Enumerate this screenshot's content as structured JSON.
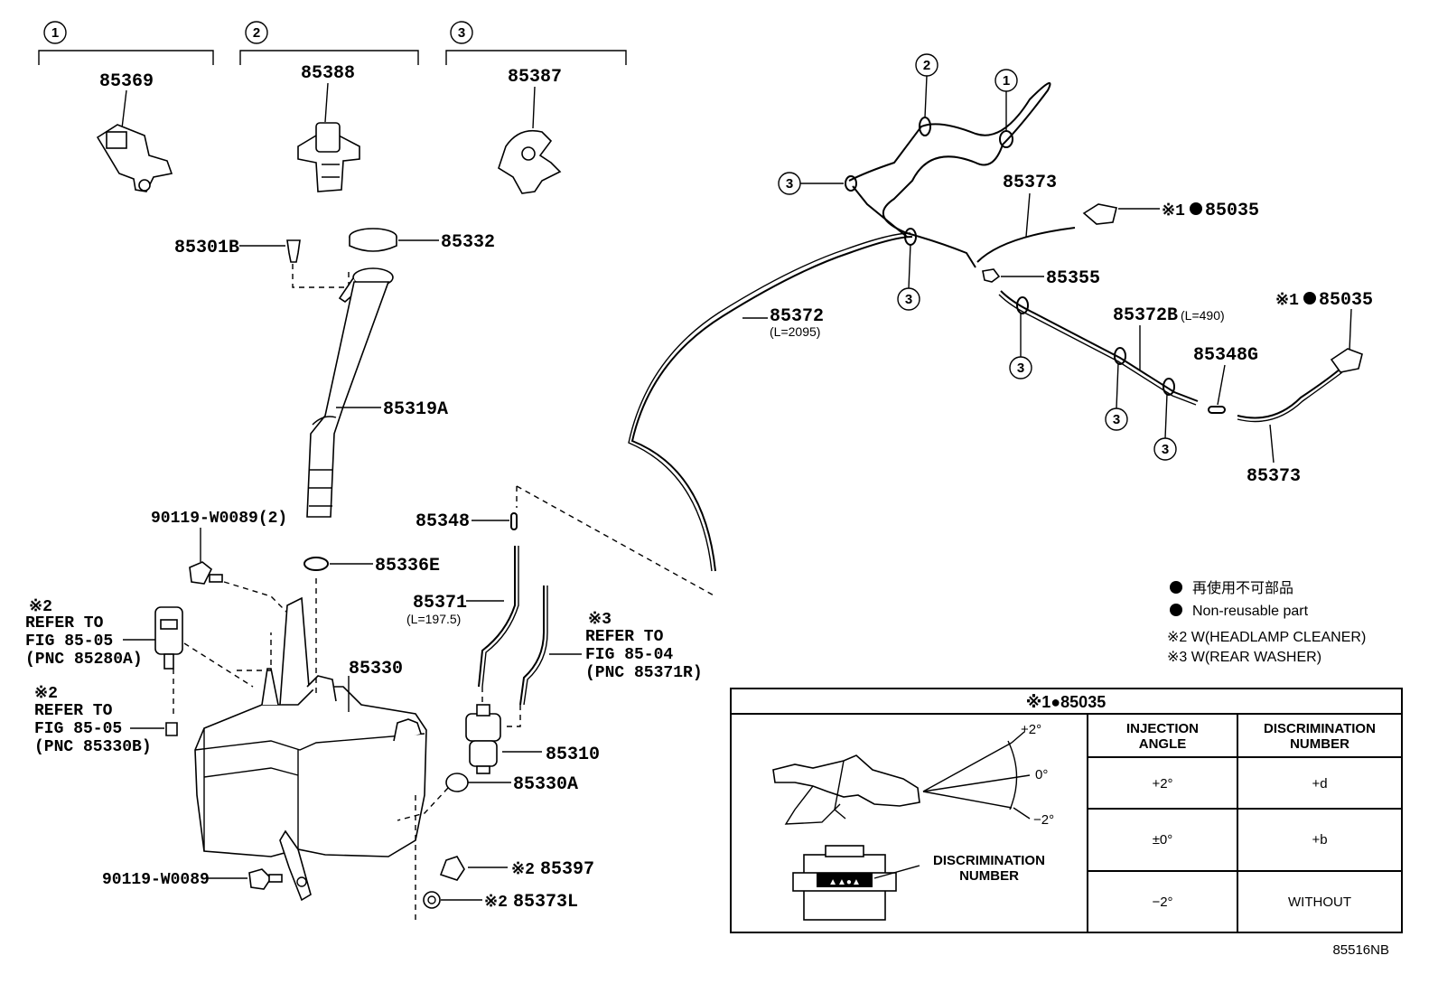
{
  "callouts": {
    "c1": "1",
    "c2": "2",
    "c3": "3"
  },
  "clips": {
    "g1_part": "85369",
    "g2_part": "85388",
    "g3_part": "85387"
  },
  "parts": {
    "p85301B": "85301B",
    "p85332": "85332",
    "p85319A": "85319A",
    "p90119_2": "90119-W0089(2)",
    "p85336E": "85336E",
    "p85348": "85348",
    "p85371": "85371",
    "p85371_len": "(L=197.5)",
    "p85330": "85330",
    "p85310": "85310",
    "p85330A": "85330A",
    "p90119": "90119-W0089",
    "p85397": "85397",
    "p85373L": "85373L",
    "p85373_top": "85373",
    "p85035_top": "85035",
    "p85355": "85355",
    "p85372": "85372",
    "p85372_len": "(L=2095)",
    "p85372B": "85372B",
    "p85372B_len": "(L=490)",
    "p85035_right": "85035",
    "p85348G": "85348G",
    "p85373_bottom": "85373"
  },
  "marks": {
    "note1": "※1",
    "note2": "※2",
    "note3": "※3",
    "nonreusable": "●"
  },
  "refs": {
    "ref1_line1": "REFER TO",
    "ref1_line2": "FIG 85-05",
    "ref1_line3": "(PNC 85280A)",
    "ref2_line1": "REFER TO",
    "ref2_line2": "FIG 85-05",
    "ref2_line3": "(PNC 85330B)",
    "ref3_line1": "REFER TO",
    "ref3_line2": "FIG 85-04",
    "ref3_line3": "(PNC 85371R)"
  },
  "legend": {
    "jp": "再使用不可部品",
    "en": "Non-reusable part",
    "n2": "※2 W(HEADLAMP CLEANER)",
    "n3": "※3 W(REAR WASHER)"
  },
  "table": {
    "title": "※1●85035",
    "col1_line1": "INJECTION",
    "col1_line2": "ANGLE",
    "col2_line1": "DISCRIMINATION",
    "col2_line2": "NUMBER",
    "rows": [
      {
        "angle": "+2°",
        "number": "+d"
      },
      {
        "angle": "±0°",
        "number": "+b"
      },
      {
        "angle": "−2°",
        "number": "WITHOUT"
      }
    ],
    "angle_plus": "+2°",
    "angle_zero": "0°",
    "angle_minus": "−2°",
    "disc_label_line1": "DISCRIMINATION",
    "disc_label_line2": "NUMBER"
  },
  "figure_id": "85516NB"
}
